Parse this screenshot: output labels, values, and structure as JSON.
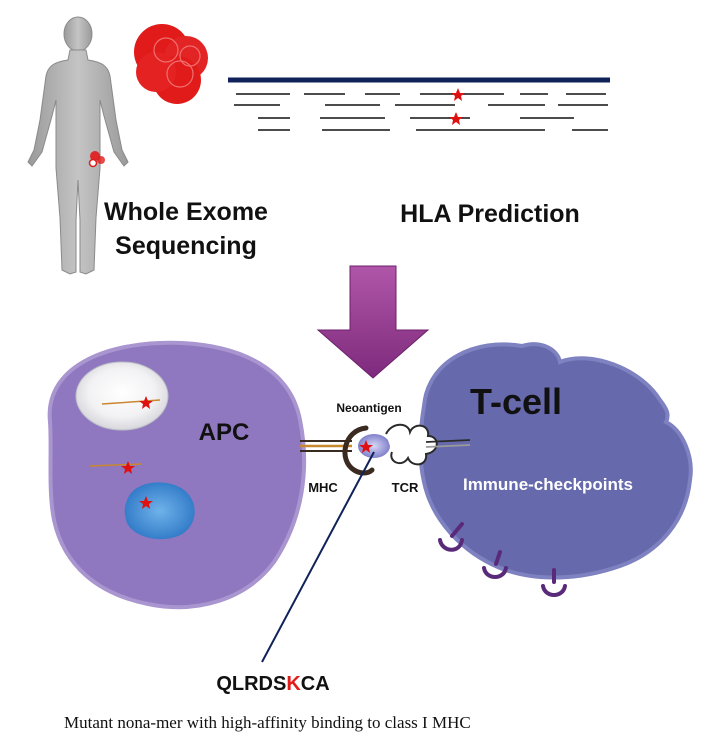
{
  "labels": {
    "whole_exome_line1": "Whole Exome",
    "whole_exome_line2": "Sequencing",
    "hla_prediction": "HLA Prediction",
    "apc": "APC",
    "tcell": "T-cell",
    "immune_checkpoints": "Immune-checkpoints",
    "neoantigen": "Neoantigen",
    "mhc": "MHC",
    "tcr": "TCR",
    "caption": "Mutant nona-mer with high-affinity binding to class I MHC"
  },
  "peptide": {
    "prefix": "QLRDS",
    "mutant": "K",
    "suffix": "CA"
  },
  "colors": {
    "tumor_red": "#e11a1a",
    "apc_purple": "#8f78bf",
    "tcell_blue": "#6769ad",
    "arrow_purple": "#9a3d95",
    "receptor_purple": "#5a2a7a",
    "genome_navy": "#10225a",
    "mutation_star": "#e01010",
    "mutant_residue": "#e11a1a"
  }
}
